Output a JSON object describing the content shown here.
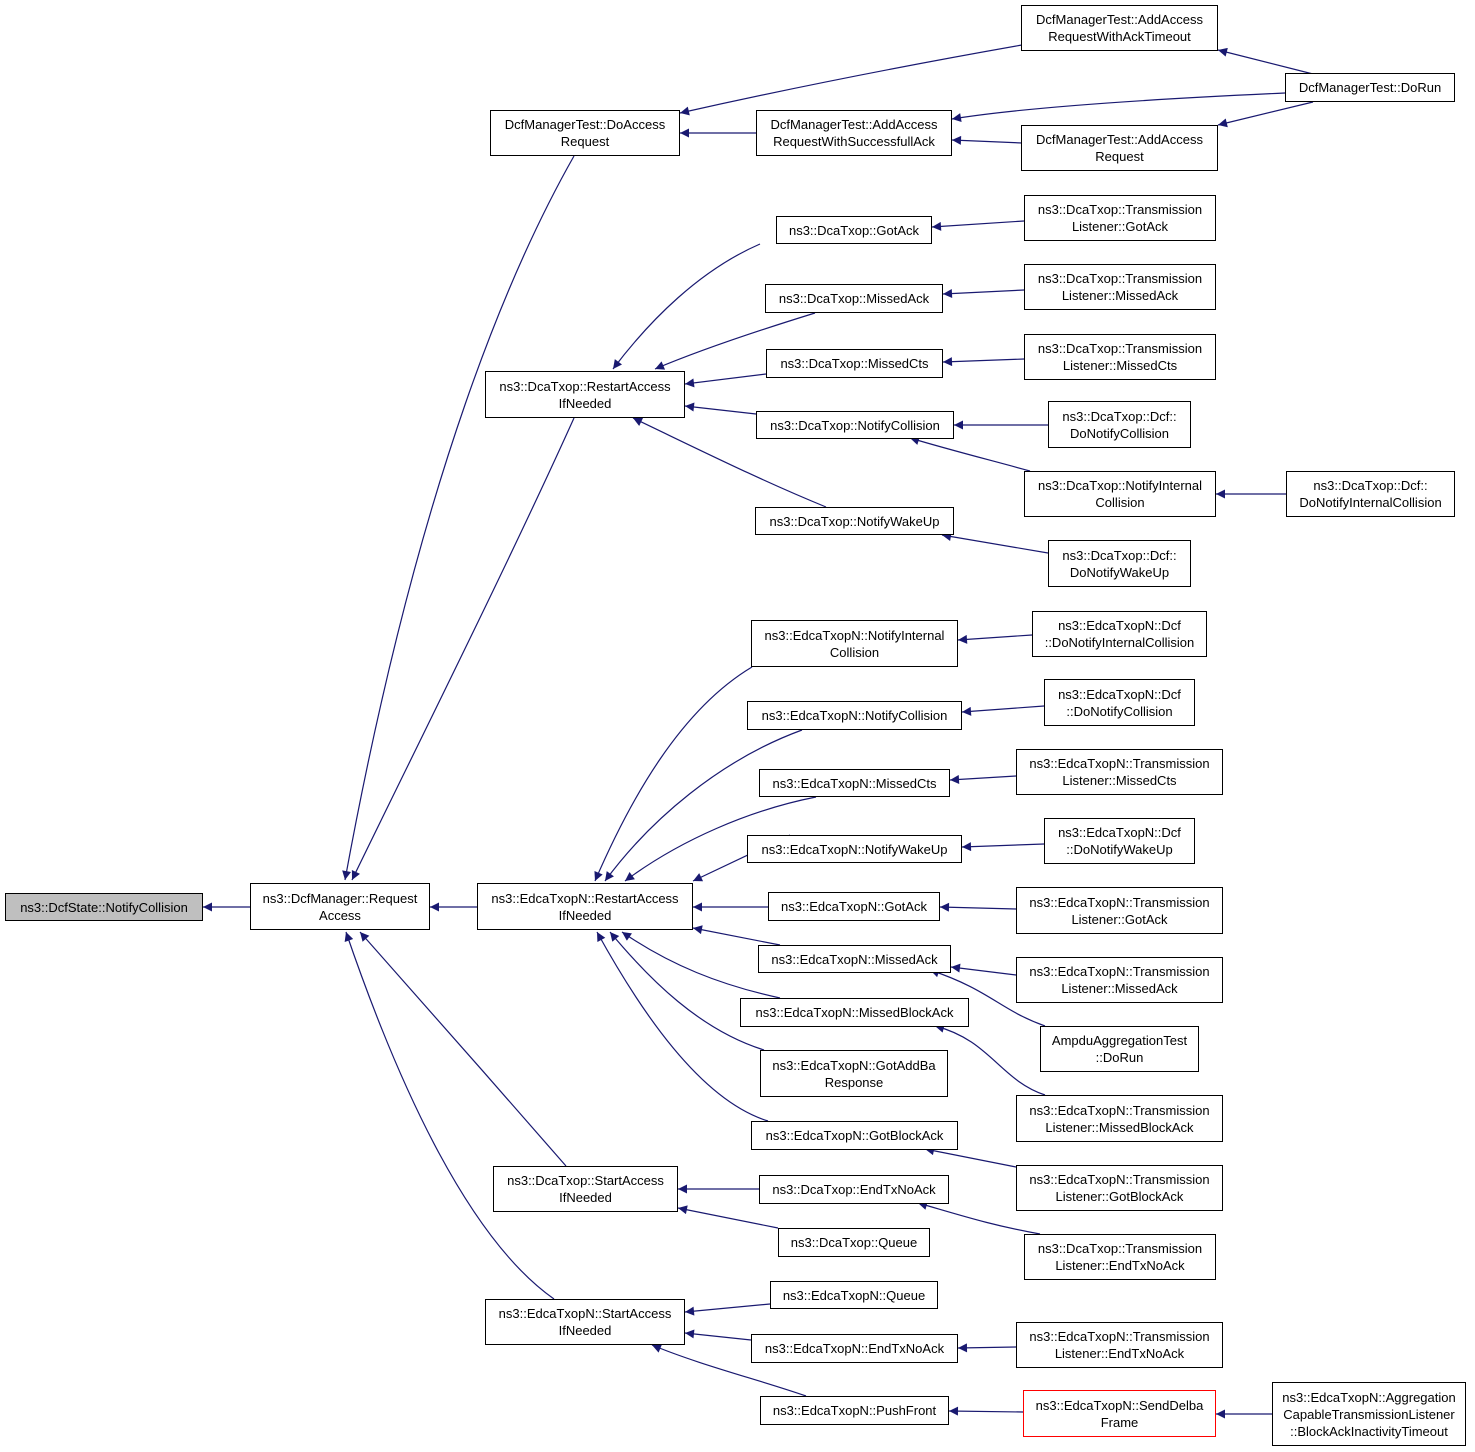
{
  "colors": {
    "edge": "#191970",
    "root_fill": "#bfbfbf",
    "node_border": "#000000",
    "highlight_border": "#ff0000"
  },
  "nodes": {
    "root": "ns3::DcfState::NotifyCollision",
    "dcfmanager_request_access": "ns3::DcfManager::Request\nAccess",
    "test_do_access_request": "DcfManagerTest::DoAccess\nRequest",
    "test_add_ack_timeout": "DcfManagerTest::AddAccess\nRequestWithAckTimeout",
    "test_add_successful_ack": "DcfManagerTest::AddAccess\nRequestWithSuccessfullAck",
    "test_add_access_request": "DcfManagerTest::AddAccess\nRequest",
    "test_do_run": "DcfManagerTest::DoRun",
    "dca_restart_access": "ns3::DcaTxop::RestartAccess\nIfNeeded",
    "dca_got_ack": "ns3::DcaTxop::GotAck",
    "dca_missed_ack": "ns3::DcaTxop::MissedAck",
    "dca_missed_cts": "ns3::DcaTxop::MissedCts",
    "dca_notify_collision": "ns3::DcaTxop::NotifyCollision",
    "dca_notify_wakeup": "ns3::DcaTxop::NotifyWakeUp",
    "dca_tl_got_ack": "ns3::DcaTxop::Transmission\nListener::GotAck",
    "dca_tl_missed_ack": "ns3::DcaTxop::Transmission\nListener::MissedAck",
    "dca_tl_missed_cts": "ns3::DcaTxop::Transmission\nListener::MissedCts",
    "dca_dcf_do_notify_collision": "ns3::DcaTxop::Dcf::\nDoNotifyCollision",
    "dca_notify_internal_collision": "ns3::DcaTxop::NotifyInternal\nCollision",
    "dca_dcf_do_notify_internal_collision": "ns3::DcaTxop::Dcf::\nDoNotifyInternalCollision",
    "dca_dcf_do_notify_wakeup": "ns3::DcaTxop::Dcf::\nDoNotifyWakeUp",
    "edca_restart_access": "ns3::EdcaTxopN::RestartAccess\nIfNeeded",
    "edca_notify_internal_collision": "ns3::EdcaTxopN::NotifyInternal\nCollision",
    "edca_notify_collision": "ns3::EdcaTxopN::NotifyCollision",
    "edca_missed_cts": "ns3::EdcaTxopN::MissedCts",
    "edca_notify_wakeup": "ns3::EdcaTxopN::NotifyWakeUp",
    "edca_got_ack": "ns3::EdcaTxopN::GotAck",
    "edca_missed_ack": "ns3::EdcaTxopN::MissedAck",
    "edca_missed_block_ack": "ns3::EdcaTxopN::MissedBlockAck",
    "edca_got_addba_response": "ns3::EdcaTxopN::GotAddBa\nResponse",
    "edca_got_block_ack": "ns3::EdcaTxopN::GotBlockAck",
    "edca_dcf_do_notify_internal_collision": "ns3::EdcaTxopN::Dcf\n::DoNotifyInternalCollision",
    "edca_dcf_do_notify_collision": "ns3::EdcaTxopN::Dcf\n::DoNotifyCollision",
    "edca_tl_missed_cts": "ns3::EdcaTxopN::Transmission\nListener::MissedCts",
    "edca_dcf_do_notify_wakeup": "ns3::EdcaTxopN::Dcf\n::DoNotifyWakeUp",
    "edca_tl_got_ack": "ns3::EdcaTxopN::Transmission\nListener::GotAck",
    "edca_tl_missed_ack": "ns3::EdcaTxopN::Transmission\nListener::MissedAck",
    "ampdu_test_do_run": "AmpduAggregationTest\n::DoRun",
    "edca_tl_missed_block_ack": "ns3::EdcaTxopN::Transmission\nListener::MissedBlockAck",
    "edca_tl_got_block_ack": "ns3::EdcaTxopN::Transmission\nListener::GotBlockAck",
    "dca_start_access": "ns3::DcaTxop::StartAccess\nIfNeeded",
    "dca_end_tx_no_ack": "ns3::DcaTxop::EndTxNoAck",
    "dca_queue": "ns3::DcaTxop::Queue",
    "dca_tl_end_tx_no_ack": "ns3::DcaTxop::Transmission\nListener::EndTxNoAck",
    "edca_start_access": "ns3::EdcaTxopN::StartAccess\nIfNeeded",
    "edca_queue": "ns3::EdcaTxopN::Queue",
    "edca_end_tx_no_ack": "ns3::EdcaTxopN::EndTxNoAck",
    "edca_tl_end_tx_no_ack": "ns3::EdcaTxopN::Transmission\nListener::EndTxNoAck",
    "edca_push_front": "ns3::EdcaTxopN::PushFront",
    "edca_send_delba_frame": "ns3::EdcaTxopN::SendDelba\nFrame",
    "edca_block_ack_inactivity_timeout": "ns3::EdcaTxopN::Aggregation\nCapableTransmissionListener\n::BlockAckInactivityTimeout"
  }
}
